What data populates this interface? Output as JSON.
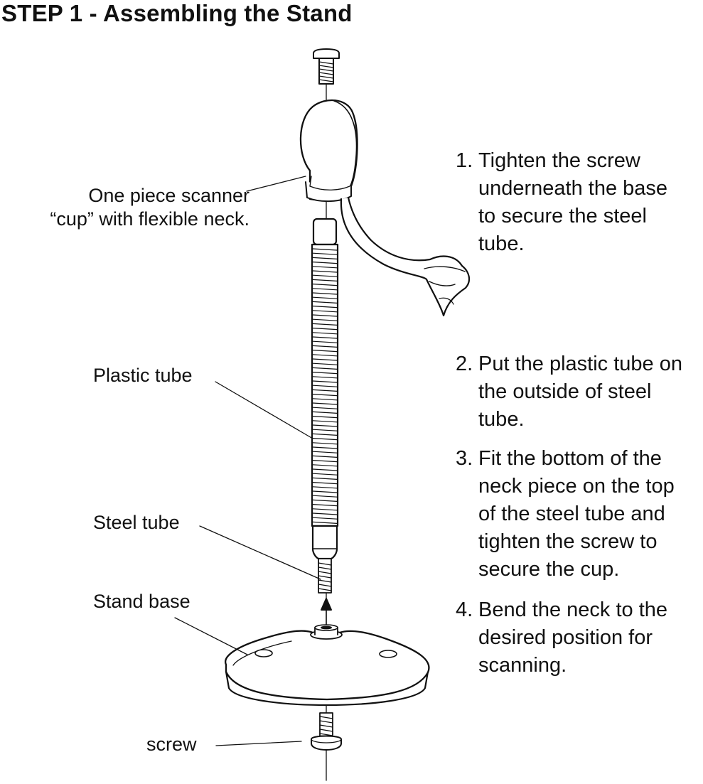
{
  "title": "STEP 1 - Assembling the Stand",
  "labels": {
    "cup": "One piece scanner\n“cup” with flexible neck.",
    "plastic_tube": "Plastic tube",
    "steel_tube": "Steel tube",
    "stand_base": "Stand base",
    "screw": "screw"
  },
  "steps": [
    {
      "num": "1.",
      "text": "Tighten the screw\nunderneath the base\nto secure the steel\ntube."
    },
    {
      "num": "2.",
      "text": "Put the plastic tube on\nthe outside of steel\ntube."
    },
    {
      "num": "3.",
      "text": "Fit the bottom of the\nneck piece on the top\nof the steel tube and\ntighten the screw to\nsecure the cup."
    },
    {
      "num": "4.",
      "text": "Bend the neck to the\ndesired position for\nscanning."
    }
  ]
}
